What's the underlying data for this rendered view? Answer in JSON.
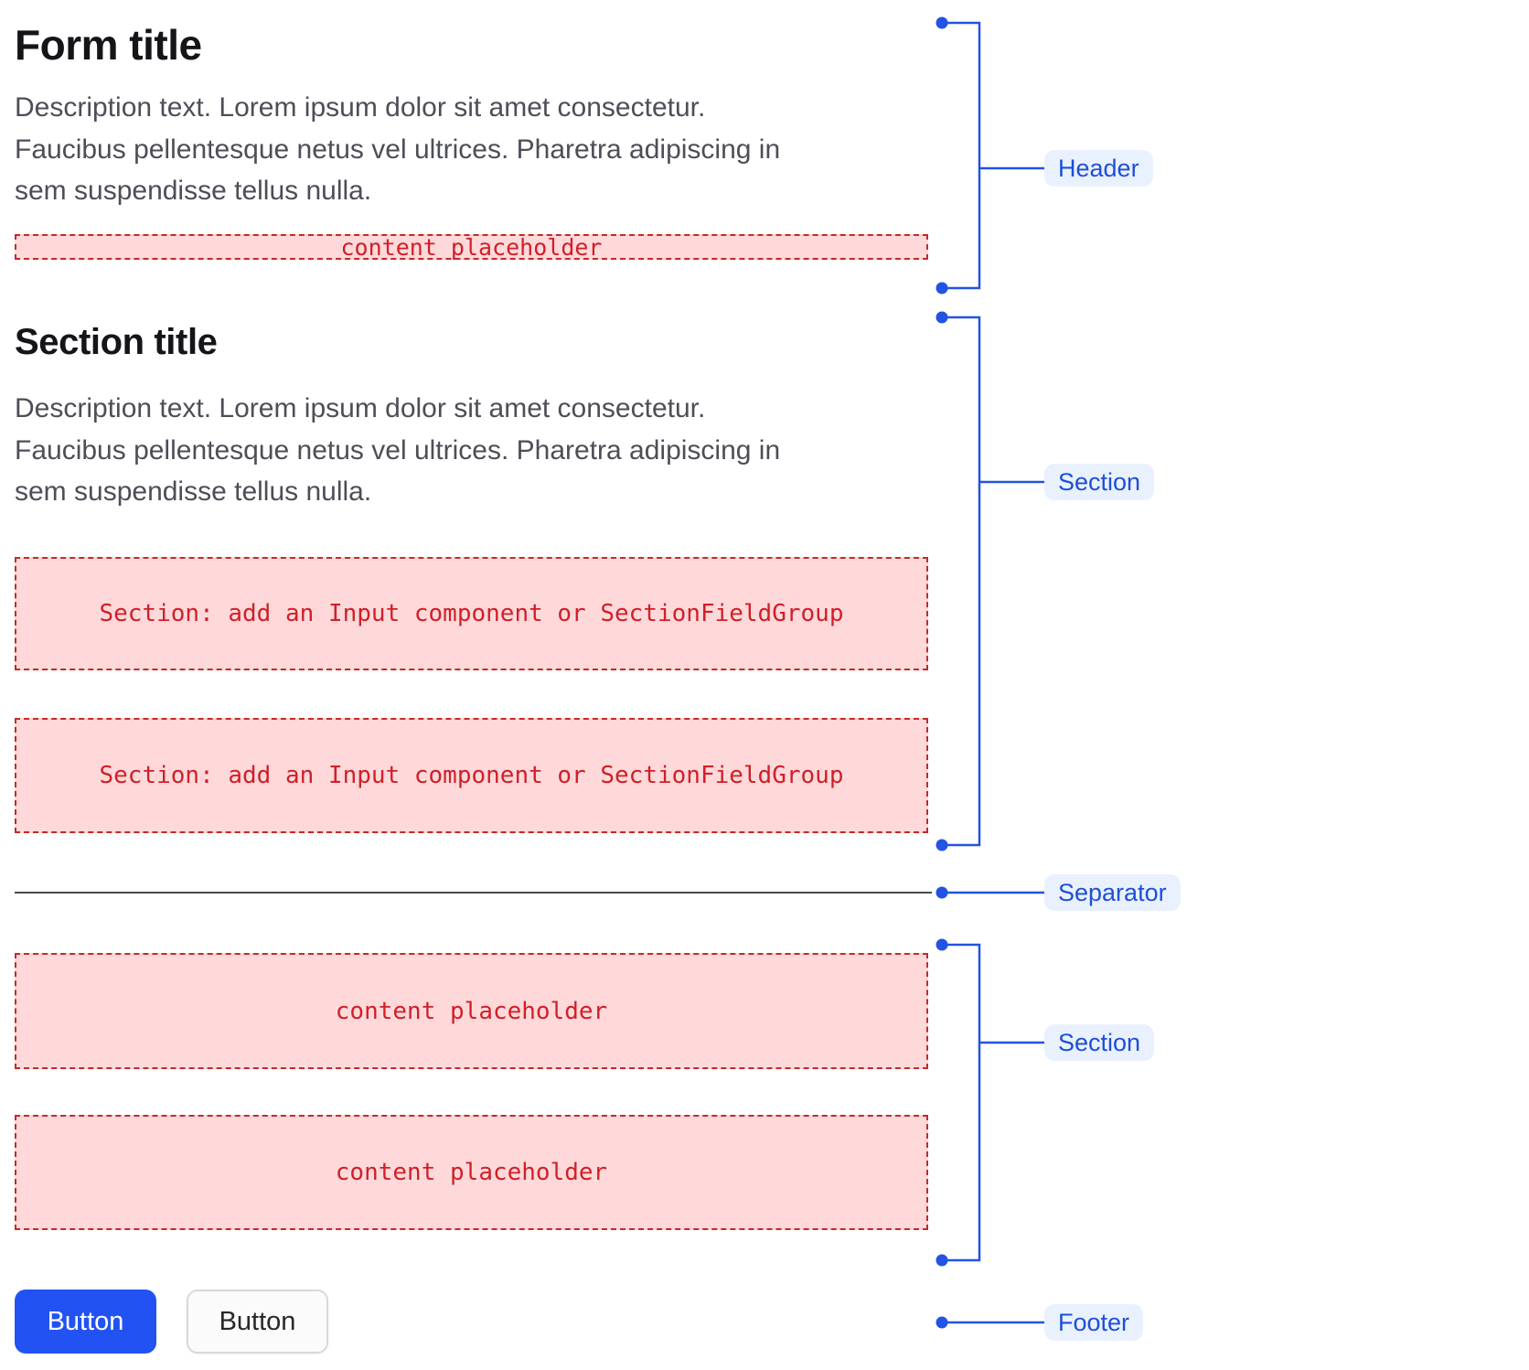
{
  "form_header": {
    "title": "Form title",
    "description": "Description text. Lorem ipsum dolor sit amet consectetur.\nFaucibus pellentesque netus vel ultrices. Pharetra adipiscing in\nsem suspendisse tellus nulla.",
    "content_placeholder": "content placeholder"
  },
  "section_one": {
    "title": "Section title",
    "description": "Description text. Lorem ipsum dolor sit amet consectetur.\nFaucibus pellentesque netus vel ultrices. Pharetra adipiscing in\nsem suspendisse tellus nulla.",
    "placeholder_one": "Section: add an Input component or SectionFieldGroup",
    "placeholder_two": "Section: add an Input component or SectionFieldGroup"
  },
  "section_two": {
    "placeholder_one": "content placeholder",
    "placeholder_two": "content placeholder"
  },
  "footer": {
    "primary_button_label": "Button",
    "secondary_button_label": "Button"
  },
  "annotation_labels": {
    "header": "Header",
    "section_one": "Section",
    "separator": "Separator",
    "section_two": "Section",
    "footer": "Footer"
  },
  "colors": {
    "annotation_accent": "#2253e2",
    "annotation_label_bg": "#eaf1fe",
    "annotation_label_text": "#1d4fd7",
    "placeholder_bg": "#ffd9da",
    "placeholder_border": "#c62828",
    "placeholder_text": "#d01f28",
    "primary_button_bg": "#2253f2",
    "separator_line": "#4a4a52"
  }
}
